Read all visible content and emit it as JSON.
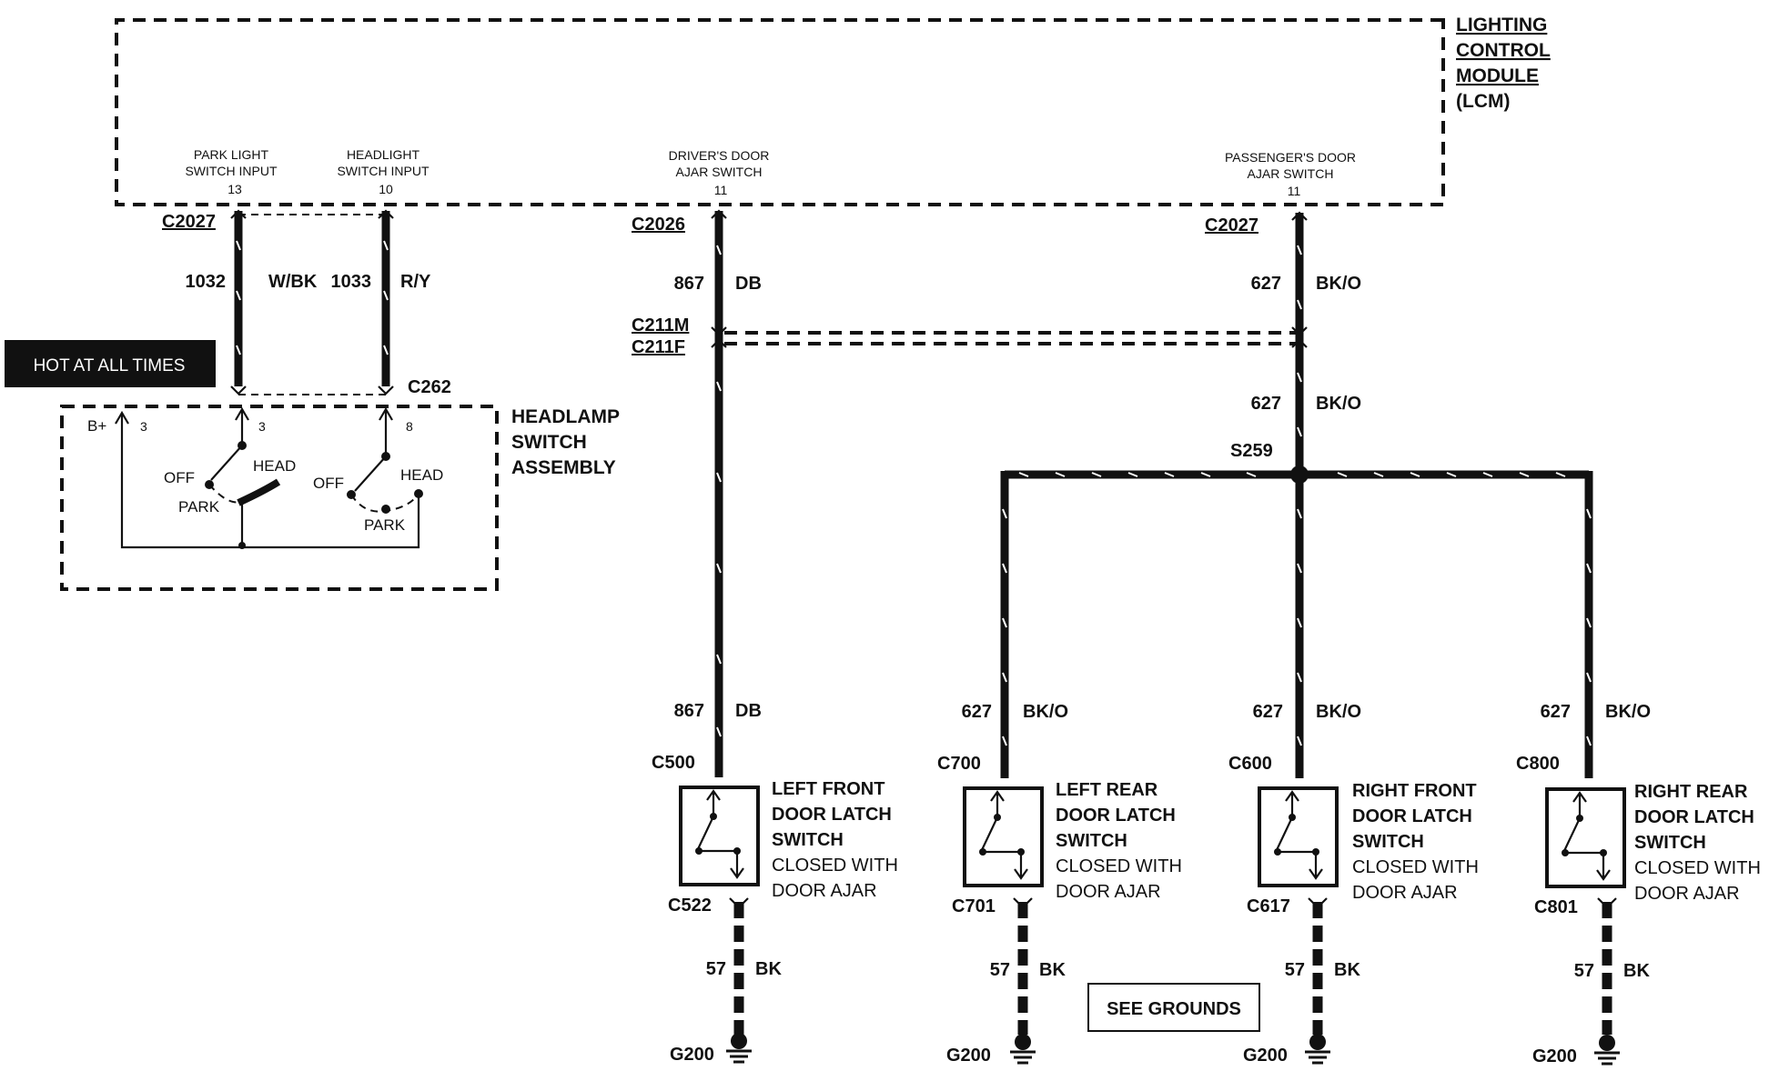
{
  "module": {
    "name_lines": [
      "LIGHTING",
      "CONTROL",
      "MODULE",
      "(LCM)"
    ],
    "pins": [
      {
        "label1": "PARK LIGHT",
        "label2": "SWITCH INPUT",
        "pin": "13"
      },
      {
        "label1": "HEADLIGHT",
        "label2": "SWITCH INPUT",
        "pin": "10"
      },
      {
        "label1": "DRIVER'S DOOR",
        "label2": "AJAR SWITCH",
        "pin": "11"
      },
      {
        "label1": "PASSENGER'S DOOR",
        "label2": "AJAR SWITCH",
        "pin": "11"
      }
    ]
  },
  "connectors": {
    "c2027_left": "C2027",
    "c2026": "C2026",
    "c2027_right": "C2027",
    "c211m": "C211M",
    "c211f": "C211F",
    "c262": "C262",
    "s259": "S259",
    "c500": "C500",
    "c700": "C700",
    "c600": "C600",
    "c800": "C800",
    "c522": "C522",
    "c701": "C701",
    "c617": "C617",
    "c801": "C801"
  },
  "wires": {
    "w1032": {
      "circuit": "1032",
      "color": "W/BK"
    },
    "w1033": {
      "circuit": "1033",
      "color": "R/Y"
    },
    "w867_top": {
      "circuit": "867",
      "color": "DB"
    },
    "w627_top": {
      "circuit": "627",
      "color": "BK/O"
    },
    "w627_mid": {
      "circuit": "627",
      "color": "BK/O"
    },
    "w867_bot": {
      "circuit": "867",
      "color": "DB"
    },
    "w627_lr": {
      "circuit": "627",
      "color": "BK/O"
    },
    "w627_rf": {
      "circuit": "627",
      "color": "BK/O"
    },
    "w627_rr": {
      "circuit": "627",
      "color": "BK/O"
    },
    "w57_1": {
      "circuit": "57",
      "color": "BK"
    },
    "w57_2": {
      "circuit": "57",
      "color": "BK"
    },
    "w57_3": {
      "circuit": "57",
      "color": "BK"
    },
    "w57_4": {
      "circuit": "57",
      "color": "BK"
    }
  },
  "hot_label": "HOT AT ALL TIMES",
  "headlamp": {
    "title_lines": [
      "HEADLAMP",
      "SWITCH",
      "ASSEMBLY"
    ],
    "bplus": "B+",
    "pin3a": "3",
    "pin3b": "3",
    "pin8": "8",
    "off1": "OFF",
    "head1": "HEAD",
    "park1": "PARK",
    "off2": "OFF",
    "head2": "HEAD",
    "park2": "PARK"
  },
  "switches": [
    {
      "name_lines": [
        "LEFT FRONT",
        "DOOR LATCH",
        "SWITCH"
      ],
      "state_lines": [
        "CLOSED WITH",
        "DOOR AJAR"
      ]
    },
    {
      "name_lines": [
        "LEFT REAR",
        "DOOR LATCH",
        "SWITCH"
      ],
      "state_lines": [
        "CLOSED WITH",
        "DOOR AJAR"
      ]
    },
    {
      "name_lines": [
        "RIGHT FRONT",
        "DOOR LATCH",
        "SWITCH"
      ],
      "state_lines": [
        "CLOSED WITH",
        "DOOR AJAR"
      ]
    },
    {
      "name_lines": [
        "RIGHT REAR",
        "DOOR LATCH",
        "SWITCH"
      ],
      "state_lines": [
        "CLOSED WITH",
        "DOOR AJAR"
      ]
    }
  ],
  "grounds": [
    "G200",
    "G200",
    "G200",
    "G200"
  ],
  "see_grounds": "SEE GROUNDS"
}
